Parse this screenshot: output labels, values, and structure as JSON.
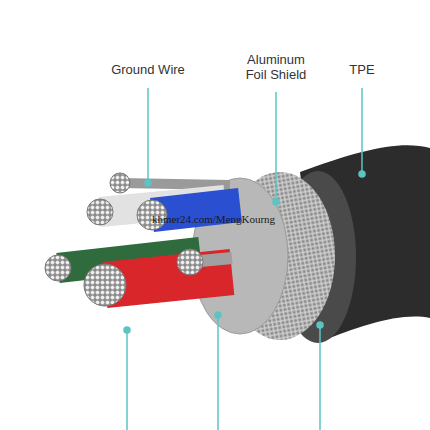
{
  "diagram": {
    "labels": [
      "Ground Wire",
      "Aluminum Foil Shield",
      "TPE",
      "khmer24.com/MengKourng"
    ]
  }
}
